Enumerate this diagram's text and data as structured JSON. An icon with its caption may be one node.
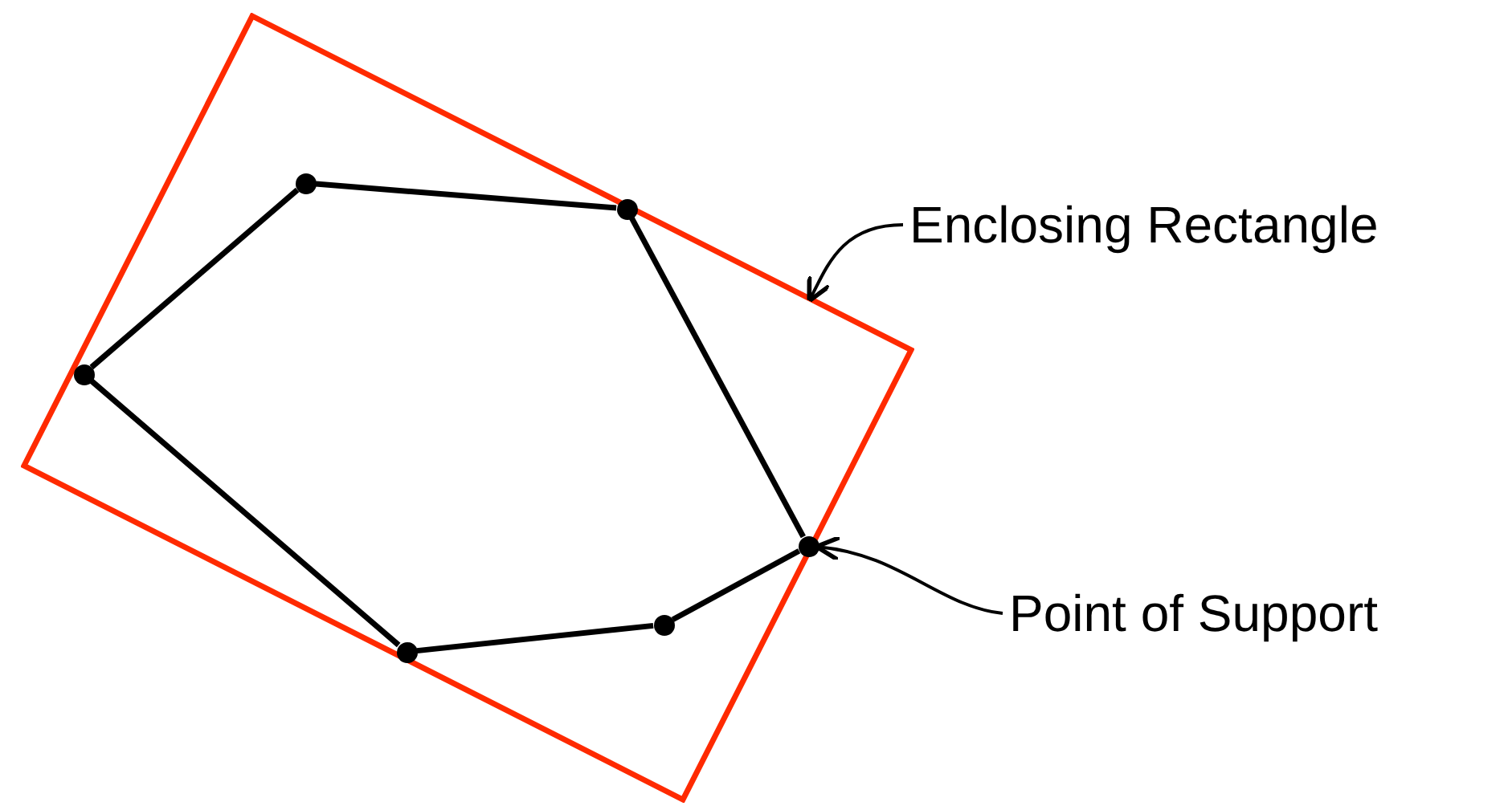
{
  "diagram": {
    "nodes": [
      {
        "text": [],
        "shape": "box"
      },
      {
        "text": [],
        "shape": "circle",
        "in": 0
      },
      {
        "text": [],
        "shape": "circle",
        "in": 0
      },
      {
        "text": [],
        "shape": "circle",
        "in": 0
      },
      {
        "text": [],
        "shape": "circle",
        "in": 0
      },
      {
        "text": [],
        "shape": "circle",
        "in": 0
      },
      {
        "text": [],
        "shape": "circle",
        "in": 0
      },
      {
        "text": [
          "Enclosing Rectangle"
        ]
      },
      {
        "text": [
          "Point of Support"
        ]
      }
    ],
    "edges": [
      {
        "from": 1,
        "to": 2,
        "arrow": "none"
      },
      {
        "from": 2,
        "to": 4,
        "arrow": "none"
      },
      {
        "from": 4,
        "to": 5,
        "arrow": "none"
      },
      {
        "from": 5,
        "to": 6,
        "arrow": "none"
      },
      {
        "from": 6,
        "to": 3,
        "arrow": "none"
      },
      {
        "from": 3,
        "to": 1,
        "arrow": "none"
      },
      {
        "from": 7,
        "to": 0,
        "arrow": "to"
      },
      {
        "from": 8,
        "to": 4,
        "arrow": "to"
      }
    ]
  }
}
